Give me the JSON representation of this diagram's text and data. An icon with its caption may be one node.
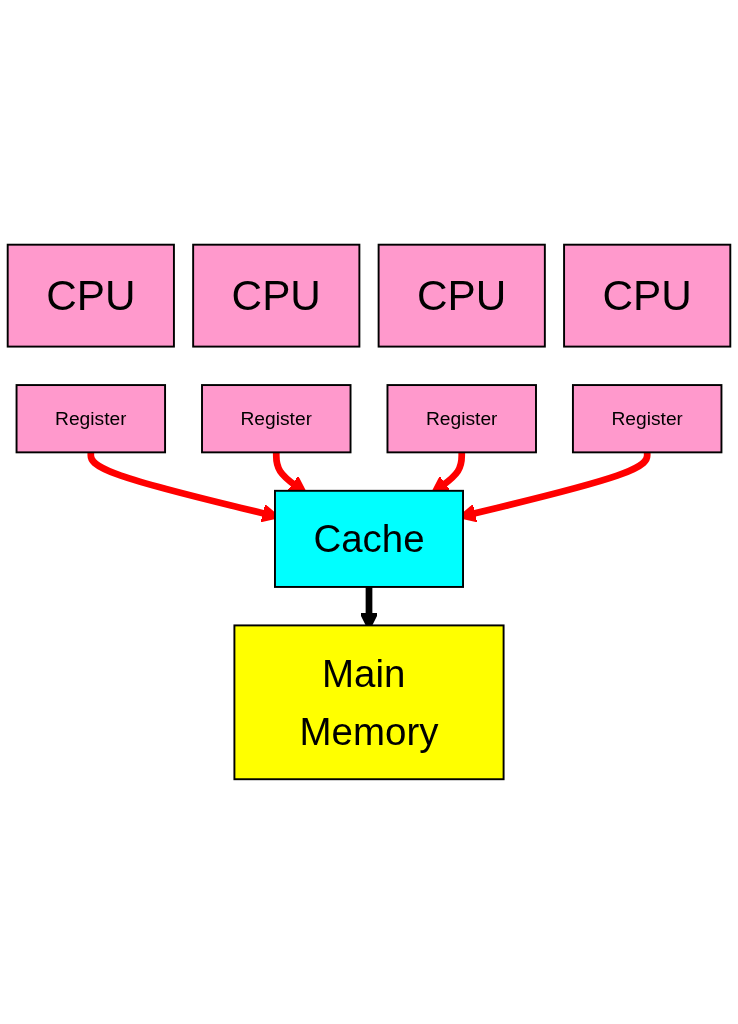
{
  "diagram": {
    "nodes": [
      {
        "text": [
          "CPU"
        ]
      },
      {
        "text": [
          "CPU"
        ]
      },
      {
        "text": [
          "CPU"
        ]
      },
      {
        "text": [
          "CPU"
        ]
      },
      {
        "text": [
          "Register"
        ]
      },
      {
        "text": [
          "Register"
        ]
      },
      {
        "text": [
          "Register"
        ]
      },
      {
        "text": [
          "Register"
        ]
      },
      {
        "text": [
          "Cache"
        ]
      },
      {
        "text": [
          "Main Memory"
        ]
      }
    ],
    "edges": [
      {
        "from": 4,
        "to": 8,
        "arrow": "to"
      },
      {
        "from": 5,
        "to": 8,
        "arrow": "to"
      },
      {
        "from": 6,
        "to": 8,
        "arrow": "to"
      },
      {
        "from": 7,
        "to": 8,
        "arrow": "to"
      },
      {
        "from": 8,
        "to": 9,
        "arrow": "to",
        "color": "#000000"
      }
    ]
  }
}
